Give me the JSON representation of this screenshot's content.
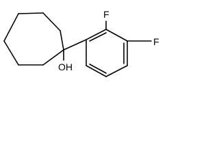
{
  "labels": {
    "fluorine_top": "F",
    "fluorine_right": "F",
    "hydroxyl": "OH"
  }
}
